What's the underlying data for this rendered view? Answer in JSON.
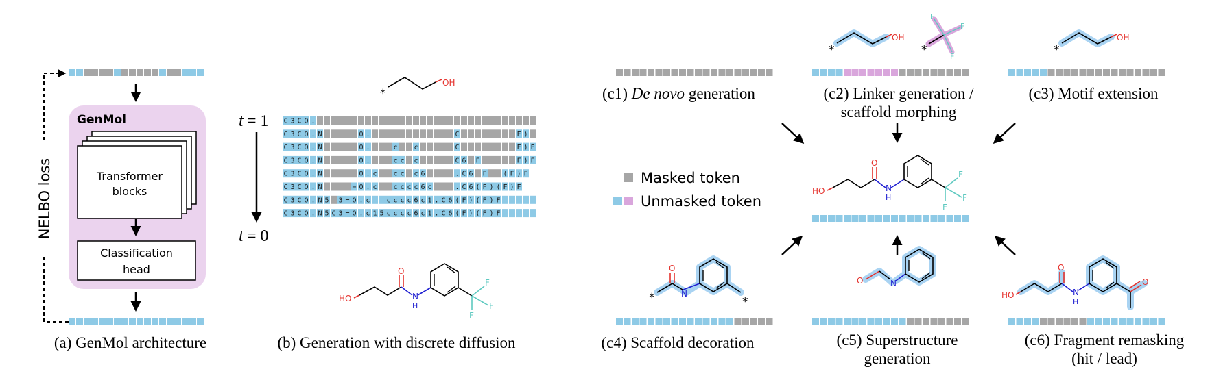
{
  "colors": {
    "masked": "#a6a6a6",
    "unmasked_blue": "#8ecae6",
    "unmasked_pink": "#d9a6dc",
    "genmol_bg": "#ebd3ee",
    "atom_o": "#e5322d",
    "atom_n": "#1f1fd1",
    "atom_f": "#5ec9c0",
    "highlight": "#a9d3f2"
  },
  "panel_a": {
    "caption": "(a) GenMol architecture",
    "box_title": "GenMol",
    "transformer_label_1": "Transformer",
    "transformer_label_2": "blocks",
    "classification_label_1": "Classification",
    "classification_label_2": "head",
    "loss_label": "NELBO loss",
    "input_tokens": [
      "u",
      "u",
      "m",
      "m",
      "m",
      "m",
      "u",
      "m",
      "m",
      "m",
      "m",
      "m",
      "u",
      "m",
      "m",
      "u",
      "u",
      "u"
    ],
    "output_tokens": [
      "u",
      "u",
      "u",
      "u",
      "u",
      "u",
      "u",
      "u",
      "u",
      "u",
      "u",
      "u",
      "u",
      "u",
      "u",
      "u",
      "u",
      "u"
    ]
  },
  "panel_b": {
    "caption": "(b) Generation with discrete diffusion",
    "t1_var": "t",
    "t1_eq": " = 1",
    "t0_var": "t",
    "t0_eq": " = 0",
    "fragment_star": "*",
    "fragment_oh": "OH",
    "product_atoms": {
      "ho": "HO",
      "o": "O",
      "n": "N",
      "h": "H",
      "f1": "F",
      "f2": "F",
      "f3": "F"
    },
    "rows": [
      [
        "C",
        "3",
        "C",
        "O",
        ".",
        "",
        "",
        "",
        "",
        "",
        "",
        "",
        "",
        "",
        "",
        "",
        "",
        "",
        "",
        "",
        "",
        "",
        "",
        "",
        "",
        "",
        "",
        "",
        "",
        "",
        "",
        "",
        "",
        "",
        "",
        "",
        ""
      ],
      [
        "C",
        "3",
        "C",
        "O",
        ".",
        "N",
        "",
        "",
        "",
        "",
        "",
        "O",
        ".",
        "",
        "",
        "",
        "",
        "",
        "",
        "",
        "",
        "",
        "",
        "",
        "",
        "C",
        "",
        "",
        "",
        "",
        "",
        "",
        "",
        "",
        "F",
        ")",
        ""
      ],
      [
        "C",
        "3",
        "C",
        "O",
        ".",
        "N",
        "",
        "",
        "",
        "",
        "",
        "O",
        ".",
        "",
        "",
        "",
        "c",
        "",
        "",
        "c",
        "",
        "",
        "",
        "",
        "",
        "C",
        "",
        "",
        "",
        "",
        "",
        "",
        "",
        "",
        "F",
        ")",
        "F"
      ],
      [
        "C",
        "3",
        "C",
        "O",
        ".",
        "N",
        "",
        "",
        "",
        "",
        "",
        "O",
        ".",
        "",
        "",
        "",
        "c",
        "c",
        "",
        "c",
        "",
        "",
        "",
        "",
        "",
        "C",
        "6",
        "",
        "F",
        "",
        "",
        "",
        "",
        "",
        "F",
        ")",
        "F"
      ],
      [
        "C",
        "3",
        "C",
        "O",
        ".",
        "N",
        "",
        "",
        "",
        "",
        "",
        "O",
        ".",
        "c",
        "",
        "",
        "c",
        "c",
        "",
        "c",
        "6",
        "",
        "",
        "",
        "",
        ".",
        "C",
        "6",
        "",
        "F",
        "",
        "",
        "(",
        "F",
        ")",
        "F"
      ],
      [
        "C",
        "3",
        "C",
        "O",
        ".",
        "N",
        "",
        "",
        "",
        "",
        "=",
        "O",
        ".",
        "c",
        "",
        "",
        "c",
        "c",
        "c",
        "c",
        "6",
        "c",
        "",
        "",
        "",
        ".",
        "C",
        "6",
        "(",
        "F",
        ")",
        "(",
        "F",
        ")",
        "F"
      ],
      [
        "C",
        "3",
        "C",
        "O",
        ".",
        "N",
        "5",
        "",
        "3",
        "=",
        "O",
        ".",
        "c",
        "",
        "",
        "c",
        "c",
        "c",
        "c",
        "6",
        "c",
        "1",
        ".",
        "C",
        "6",
        "(",
        "F",
        ")",
        "(",
        "F",
        ")",
        "F",
        "",
        "",
        "",
        "",
        ""
      ],
      [
        "C",
        "3",
        "C",
        "O",
        ".",
        "N",
        "5",
        "C",
        "3",
        "=",
        "O",
        ".",
        "c",
        "1",
        "5",
        "c",
        "c",
        "c",
        "c",
        "6",
        "c",
        "1",
        ".",
        "C",
        "6",
        "(",
        "F",
        ")",
        "(",
        "F",
        ")",
        "F",
        "",
        "",
        "",
        "",
        ""
      ]
    ],
    "row_fill": [
      [
        1,
        1,
        1,
        1,
        1,
        0,
        0,
        0,
        0,
        0,
        0,
        0,
        0,
        0,
        0,
        0,
        0,
        0,
        0,
        0,
        0,
        0,
        0,
        0,
        0,
        0,
        0,
        0,
        0,
        0,
        0,
        0,
        0,
        0,
        0,
        0,
        0
      ],
      [
        1,
        1,
        1,
        1,
        1,
        1,
        0,
        0,
        0,
        0,
        0,
        1,
        1,
        0,
        0,
        0,
        0,
        0,
        0,
        0,
        0,
        0,
        0,
        0,
        0,
        1,
        0,
        0,
        0,
        0,
        0,
        0,
        0,
        0,
        1,
        1,
        0
      ],
      [
        1,
        1,
        1,
        1,
        1,
        1,
        0,
        0,
        0,
        0,
        0,
        1,
        1,
        0,
        0,
        0,
        1,
        0,
        0,
        1,
        0,
        0,
        0,
        0,
        0,
        1,
        0,
        0,
        0,
        0,
        0,
        0,
        0,
        0,
        1,
        1,
        1
      ],
      [
        1,
        1,
        1,
        1,
        1,
        1,
        0,
        0,
        0,
        0,
        0,
        1,
        1,
        0,
        0,
        0,
        1,
        1,
        0,
        1,
        0,
        0,
        0,
        0,
        0,
        1,
        1,
        0,
        1,
        0,
        0,
        0,
        0,
        0,
        1,
        1,
        1
      ],
      [
        1,
        1,
        1,
        1,
        1,
        1,
        0,
        0,
        0,
        0,
        0,
        1,
        1,
        1,
        0,
        0,
        1,
        1,
        0,
        1,
        1,
        0,
        0,
        0,
        0,
        1,
        1,
        1,
        0,
        1,
        0,
        0,
        1,
        1,
        1,
        1,
        1
      ],
      [
        1,
        1,
        1,
        1,
        1,
        1,
        0,
        0,
        0,
        0,
        1,
        1,
        1,
        1,
        0,
        0,
        1,
        1,
        1,
        1,
        1,
        1,
        0,
        0,
        0,
        1,
        1,
        1,
        1,
        1,
        1,
        1,
        1,
        1,
        1,
        1,
        1
      ],
      [
        1,
        1,
        1,
        1,
        1,
        1,
        1,
        0,
        1,
        1,
        1,
        1,
        1,
        1,
        1,
        1,
        1,
        1,
        1,
        1,
        1,
        1,
        1,
        1,
        1,
        1,
        1,
        1,
        1,
        1,
        1,
        1,
        1,
        1,
        1,
        1,
        1
      ],
      [
        1,
        1,
        1,
        1,
        1,
        1,
        1,
        1,
        1,
        1,
        1,
        1,
        1,
        1,
        1,
        1,
        1,
        1,
        1,
        1,
        1,
        1,
        1,
        1,
        1,
        1,
        1,
        1,
        1,
        1,
        1,
        1,
        1,
        1,
        1,
        1,
        1
      ]
    ]
  },
  "panel_c": {
    "c1_caption_prefix": "(c1) ",
    "c1_caption_italic": "De novo",
    "c1_caption_suffix": " generation",
    "c2_caption_1": "(c2) Linker generation /",
    "c2_caption_2": "scaffold morphing",
    "c3_caption": "(c3) Motif extension",
    "c4_caption": "(c4) Scaffold decoration",
    "c5_caption_1": "(c5) Superstructure",
    "c5_caption_2": "generation",
    "c6_caption_1": "(c6) Fragment remasking",
    "c6_caption_2": "(hit / lead)",
    "legend_masked": "Masked token",
    "legend_unmasked": "Unmasked token",
    "star": "*",
    "oh": "OH",
    "ho": "HO",
    "o": "O",
    "n": "N",
    "h": "H",
    "f": "F",
    "c1_tokens": [
      "m",
      "m",
      "m",
      "m",
      "m",
      "m",
      "m",
      "m",
      "m",
      "m",
      "m",
      "m",
      "m",
      "m",
      "m",
      "m",
      "m",
      "m",
      "m",
      "m"
    ],
    "c2_tokens": [
      "u",
      "u",
      "u",
      "u",
      "p",
      "p",
      "p",
      "p",
      "p",
      "p",
      "p",
      "m",
      "m",
      "m",
      "m",
      "m",
      "m",
      "m",
      "m",
      "m"
    ],
    "c3_tokens": [
      "u",
      "u",
      "u",
      "u",
      "u",
      "m",
      "m",
      "m",
      "m",
      "m",
      "m",
      "m",
      "m",
      "m",
      "m",
      "m",
      "m",
      "m",
      "m",
      "m"
    ],
    "center_tokens": [
      "u",
      "u",
      "u",
      "u",
      "u",
      "u",
      "u",
      "u",
      "u",
      "u",
      "u",
      "u",
      "u",
      "u",
      "u",
      "u",
      "u",
      "u",
      "u",
      "u"
    ],
    "c4_tokens": [
      "u",
      "u",
      "u",
      "u",
      "u",
      "u",
      "u",
      "u",
      "u",
      "u",
      "u",
      "u",
      "u",
      "u",
      "u",
      "m",
      "m",
      "m",
      "m",
      "m"
    ],
    "c5_tokens": [
      "u",
      "u",
      "u",
      "u",
      "u",
      "u",
      "u",
      "u",
      "u",
      "u",
      "u",
      "u",
      "m",
      "m",
      "m",
      "m",
      "m",
      "m",
      "m",
      "m"
    ],
    "c6_tokens": [
      "u",
      "u",
      "u",
      "u",
      "m",
      "m",
      "m",
      "m",
      "m",
      "m",
      "u",
      "u",
      "u",
      "u",
      "u",
      "u",
      "u",
      "u",
      "u",
      "u"
    ]
  }
}
